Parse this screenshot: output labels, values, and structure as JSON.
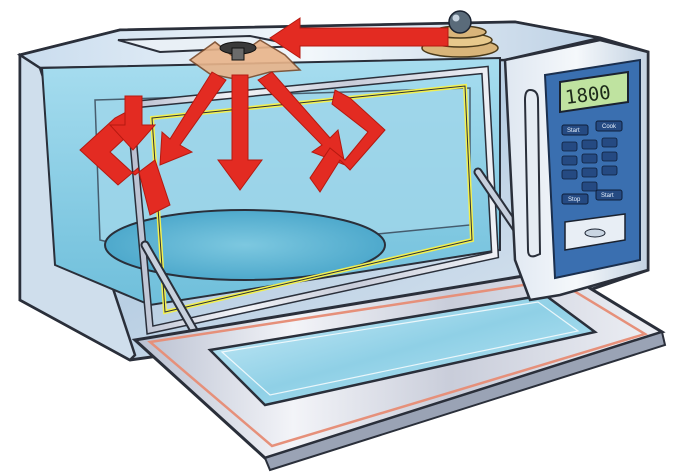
{
  "panel": {
    "display": "1800",
    "top_buttons": [
      "Start",
      "Cook"
    ],
    "bottom_buttons": [
      "Stop",
      "Start"
    ]
  },
  "colors": {
    "wave_arrow": "#e32b22",
    "cavity": "#8fd0e6",
    "door_frame": "#d9dbe6",
    "door_inner": "#f2f050",
    "panel": "#3a6fb0",
    "lcd": "#bfe3a0"
  },
  "icons": {
    "magnetron": "magnetron-icon",
    "stirrer": "stirrer-fan-icon",
    "turntable": "turntable-icon"
  }
}
